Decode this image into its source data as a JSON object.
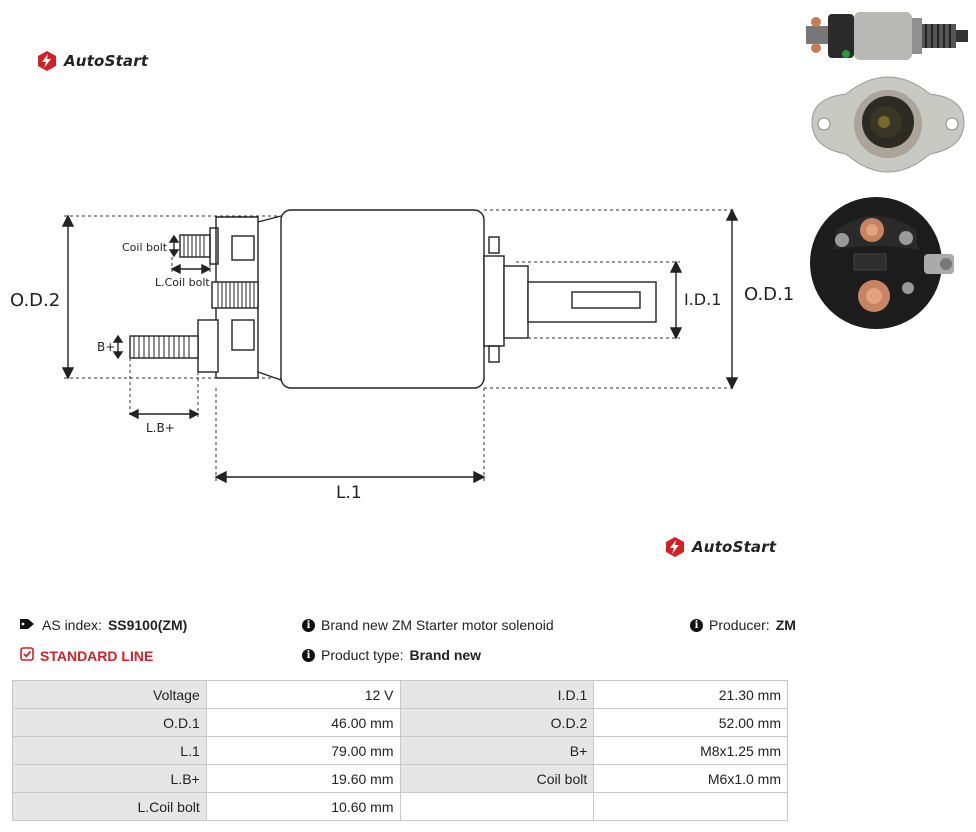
{
  "brand": {
    "name": "AutoStart",
    "accent_color": "#d32027"
  },
  "diagram": {
    "labels": {
      "od2": "O.D.2",
      "od1": "O.D.1",
      "id1": "I.D.1",
      "l1": "L.1",
      "lbplus": "L.B+",
      "bplus": "B+",
      "coil_bolt": "Coil bolt",
      "l_coil_bolt": "L.Coil bolt"
    }
  },
  "photos": {
    "side": "solenoid-side-photo",
    "flange": "solenoid-flange-photo",
    "terminals": "solenoid-terminals-photo"
  },
  "product": {
    "index_label": "AS index:",
    "index_value": "SS9100(ZM)",
    "description": "Brand new ZM Starter motor solenoid",
    "producer_label": "Producer:",
    "producer_value": "ZM",
    "line": "STANDARD LINE",
    "type_label": "Product type:",
    "type_value": "Brand new"
  },
  "specs": [
    {
      "k1": "Voltage",
      "v1": "12 V",
      "k2": "I.D.1",
      "v2": "21.30 mm"
    },
    {
      "k1": "O.D.1",
      "v1": "46.00 mm",
      "k2": "O.D.2",
      "v2": "52.00 mm"
    },
    {
      "k1": "L.1",
      "v1": "79.00 mm",
      "k2": "B+",
      "v2": "M8x1.25 mm"
    },
    {
      "k1": "L.B+",
      "v1": "19.60 mm",
      "k2": "Coil bolt",
      "v2": "M6x1.0 mm"
    },
    {
      "k1": "L.Coil bolt",
      "v1": "10.60 mm",
      "k2": "",
      "v2": ""
    }
  ]
}
